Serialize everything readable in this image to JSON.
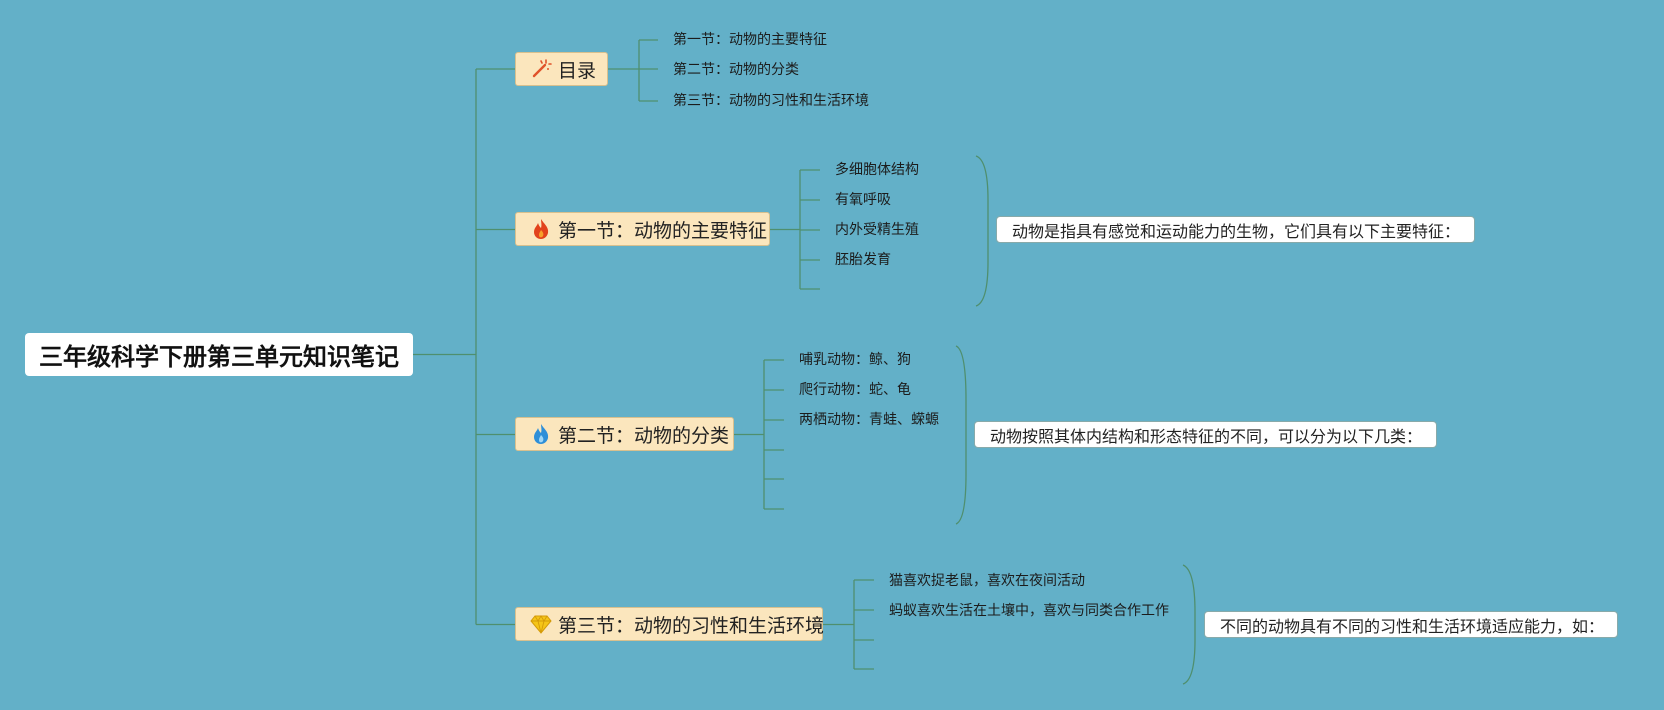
{
  "root": {
    "title": "三年级科学下册第三单元知识笔记"
  },
  "branches": [
    {
      "label": "目录",
      "icon": "magic-wand-icon",
      "leaves": [
        "第一节：动物的主要特征",
        "第二节：动物的分类",
        "第三节：动物的习性和生活环境"
      ]
    },
    {
      "label": "第一节：动物的主要特征",
      "icon": "fire-red-icon",
      "leaves": [
        "多细胞体结构",
        "有氧呼吸",
        "内外受精生殖",
        "胚胎发育"
      ],
      "summary": "动物是指具有感觉和运动能力的生物，它们具有以下主要特征："
    },
    {
      "label": "第二节：动物的分类",
      "icon": "fire-blue-icon",
      "leaves": [
        "哺乳动物：鲸、狗",
        "爬行动物：蛇、龟",
        "两栖动物：青蛙、蝾螈"
      ],
      "summary": "动物按照其体内结构和形态特征的不同，可以分为以下几类："
    },
    {
      "label": "第三节：动物的习性和生活环境",
      "icon": "diamond-icon",
      "leaves": [
        "猫喜欢捉老鼠，喜欢在夜间活动",
        "蚂蚁喜欢生活在土壤中，喜欢与同类合作工作"
      ],
      "summary": "不同的动物具有不同的习性和生活环境适应能力，如："
    }
  ],
  "colors": {
    "background": "#63b0c8",
    "connector": "#4f8f6e",
    "branch_fill": "#fbe6bd",
    "fire_red": "#e2421b",
    "fire_blue": "#2f8fd8",
    "diamond": "#f5c518"
  }
}
